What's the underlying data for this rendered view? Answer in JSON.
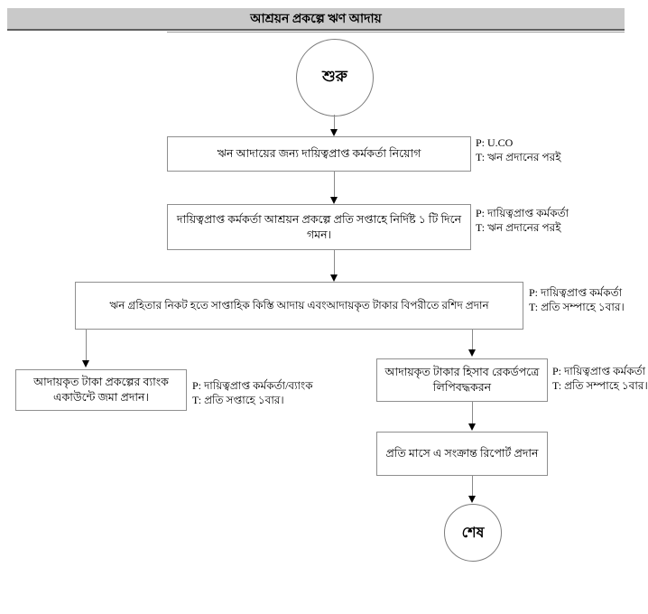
{
  "title": "আশ্রয়ন প্রকল্পে ঋণ আদায়",
  "flowchart": {
    "start_label": "শুরু",
    "end_label": "শেষ",
    "steps": [
      {
        "text": "ঋন আদায়ের জন্য দায়িত্বপ্রাপ্ত কর্মকর্তা নিয়োগ",
        "p_line": "P: U.CO",
        "t_line": "T: ঋন প্রদানের পরই"
      },
      {
        "text": "দায়িত্বপ্রাপ্ত কর্মকর্তা আশ্রয়ন প্রকল্পে প্রতি সপ্তাহে নির্দিষ্ট ১ টি দিনে গমন।",
        "p_line": "P: দায়িত্বপ্রাপ্ত কর্মকর্তা",
        "t_line": "T: ঋন প্রদানের পরই"
      },
      {
        "text": "ঋন গ্রহিতার নিকট হতে সাপ্তাহিক কিস্তি আদায় এবংআদায়কৃত টাকার বিপরীতে রশিদ প্রদান",
        "p_line": "P: দায়িত্বপ্রাপ্ত কর্মকর্তা",
        "t_line": "T: প্রতি সম্পাহে ১বার।"
      },
      {
        "text": "আদায়কৃত টাকা প্রকল্পের ব্যাংক একাউন্টে জমা প্রদান।",
        "p_line": "P: দায়িত্বপ্রাপ্ত কর্মকর্তা/ব্যাংক",
        "t_line": "T: প্রতি সপ্তাহে ১বার।"
      },
      {
        "text": "আদায়কৃত টাকার হিসাব রেকর্ডপত্রে লিপিবদ্ধকরন",
        "p_line": "P: দায়িত্বপ্রাপ্ত কর্মকর্তা",
        "t_line": "T: প্রতি সম্পাহে ১বার।"
      },
      {
        "text": "প্রতি মাসে এ সংক্রান্ত রিপোর্ট প্রদান",
        "p_line": "",
        "t_line": ""
      }
    ]
  },
  "colors": {
    "titlebar_bg": "#c9c9c9",
    "box_border": "#8f8f8f",
    "line": "#8a8a8a",
    "arrowhead": "#000000"
  }
}
